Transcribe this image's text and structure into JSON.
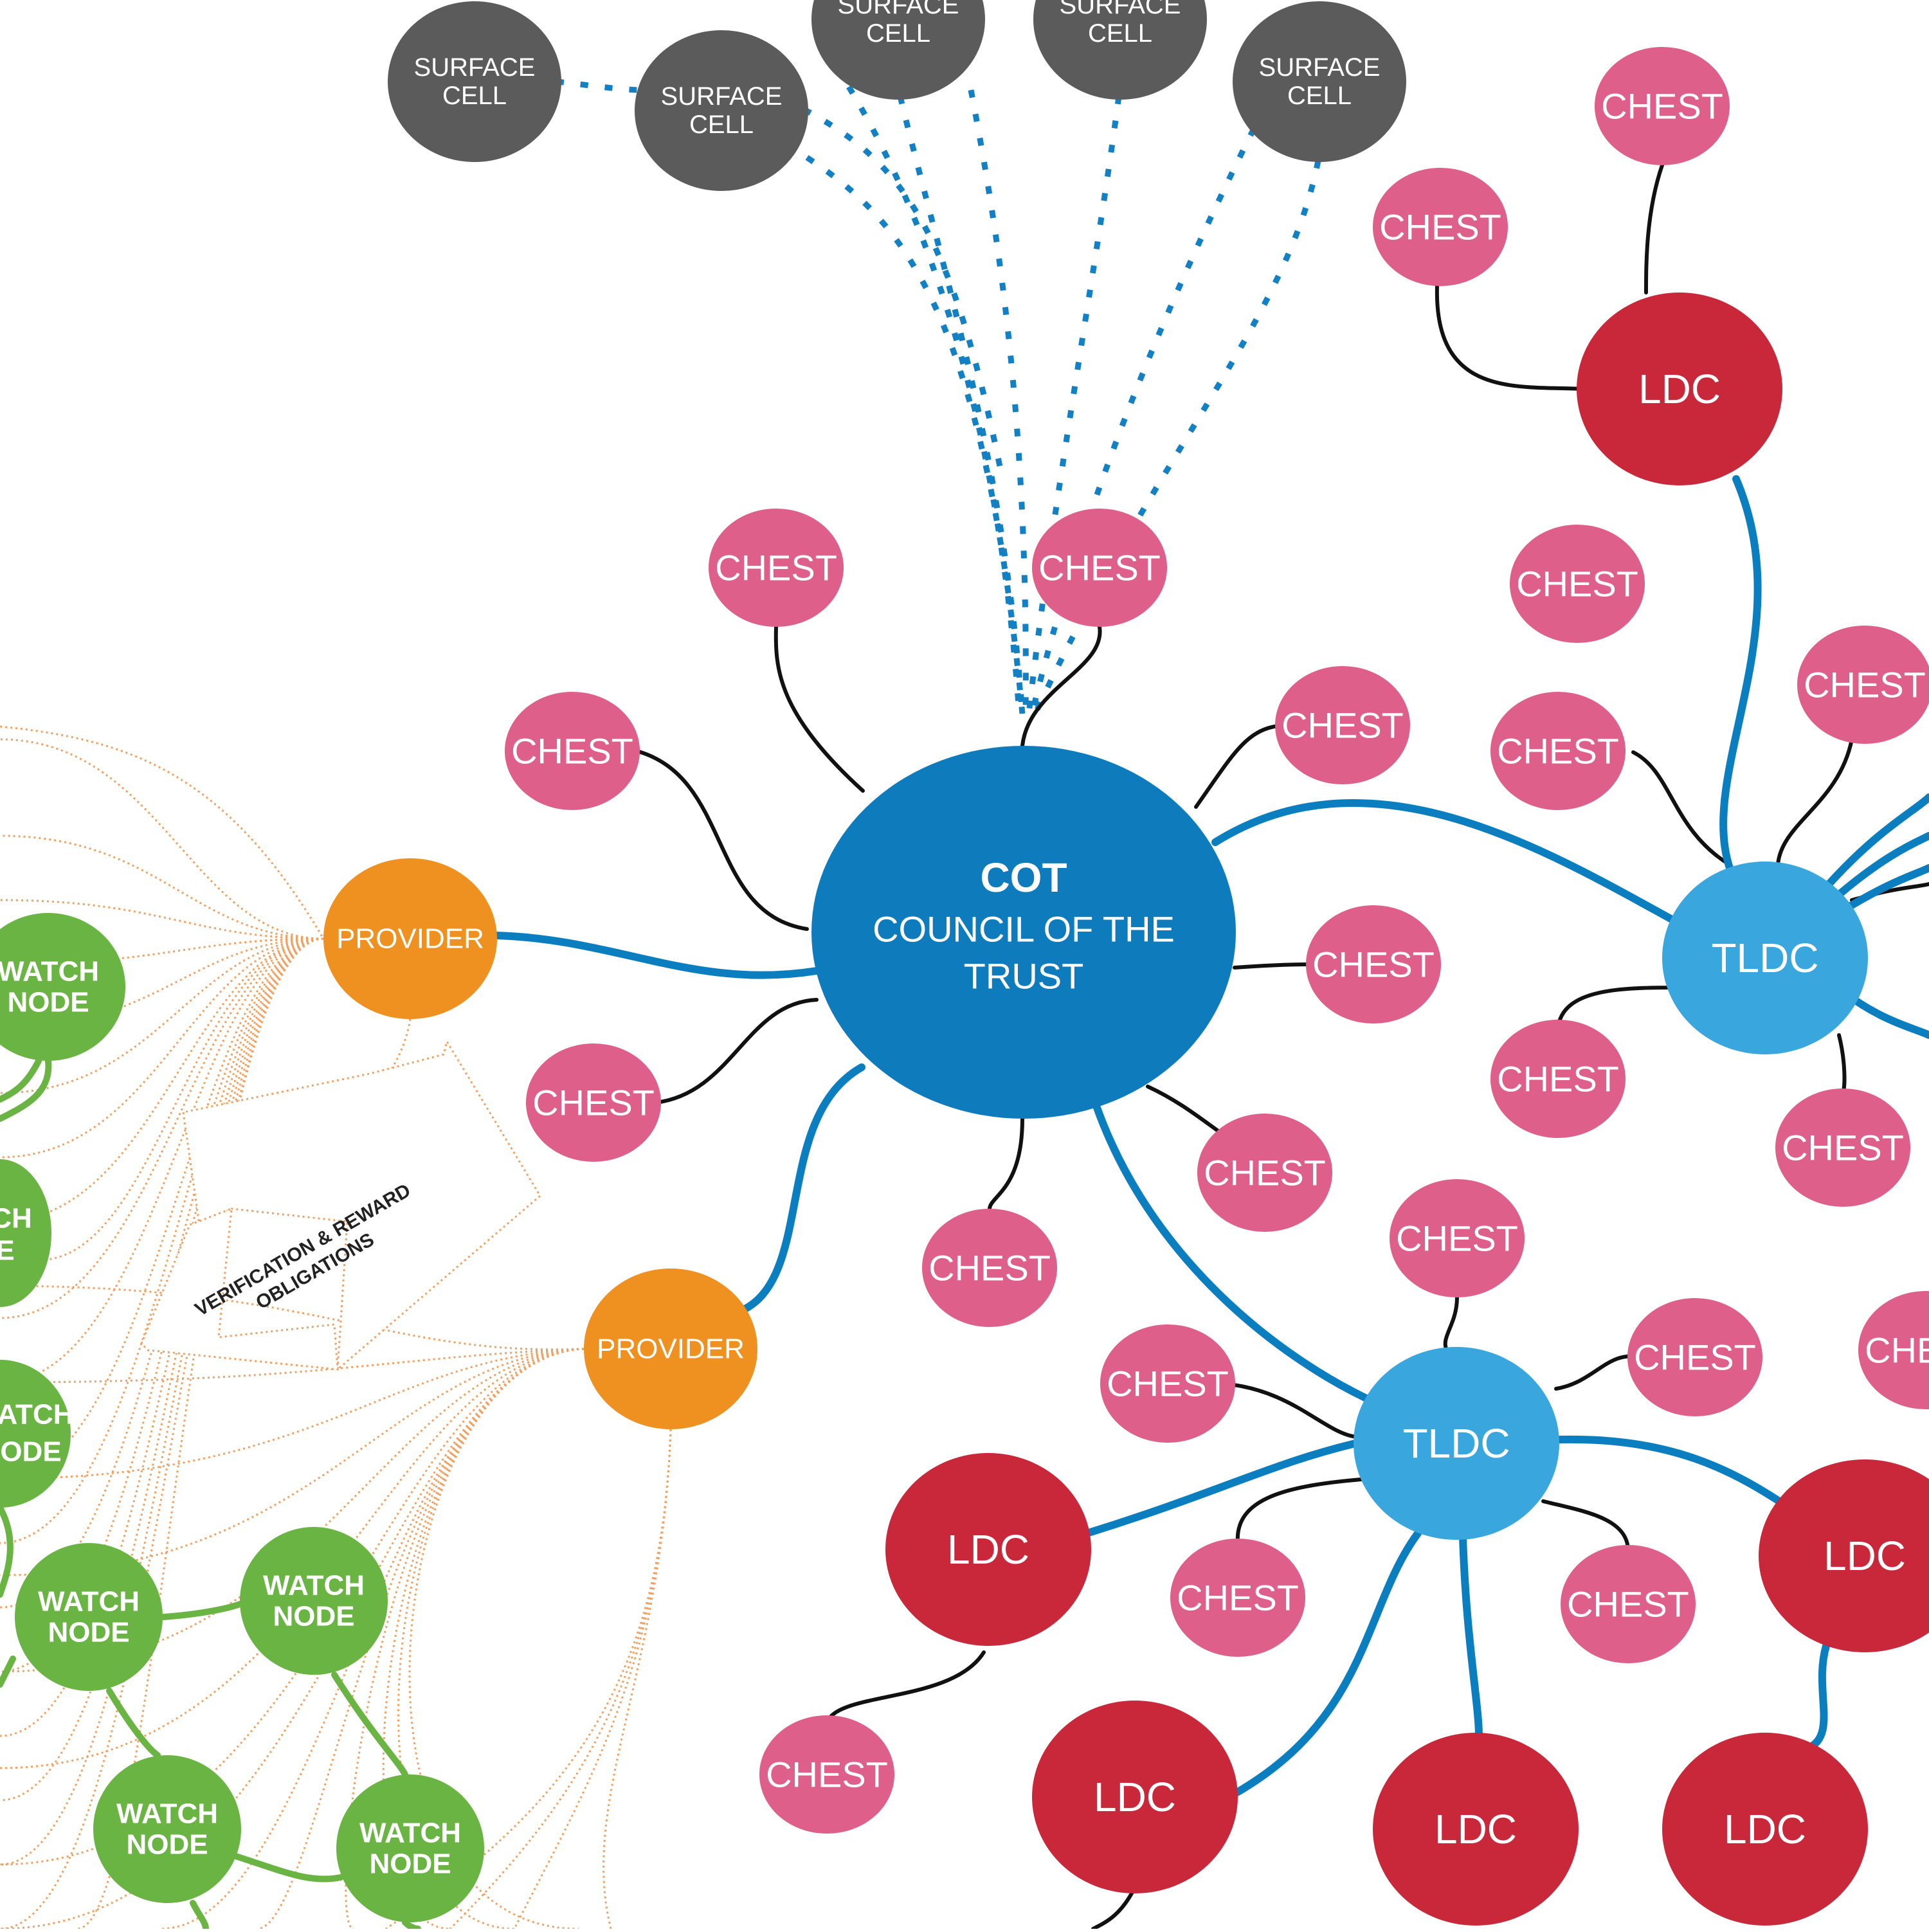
{
  "labels": {
    "surface_cell": "SURFACE CELL",
    "chest": "CHEST",
    "ldc": "LDC",
    "tldc": "TLDC",
    "provider": "PROVIDER",
    "watch_node": "WATCH NODE",
    "cot_title": "COT",
    "cot_sub1": "COUNCIL OF THE",
    "cot_sub2": "TRUST",
    "callout_line1": "VERIFICATION & REWARD",
    "callout_line2": "OBLIGATIONS",
    "partial_ch": "CH",
    "partial_e": "E",
    "partial_atch": "ATCH",
    "partial_ode": "ODE"
  },
  "colors": {
    "cot": "#0e7bbd",
    "tldc": "#3aa6de",
    "ldc": "#c8283a",
    "chest": "#dd5f8a",
    "provider": "#ee9120",
    "watch_node": "#6ab443",
    "surface_cell": "#5b5b5b",
    "blue_edge": "#0b7ec0",
    "dotted_edge": "#1380c4",
    "orange_edge": "#f0a060"
  }
}
